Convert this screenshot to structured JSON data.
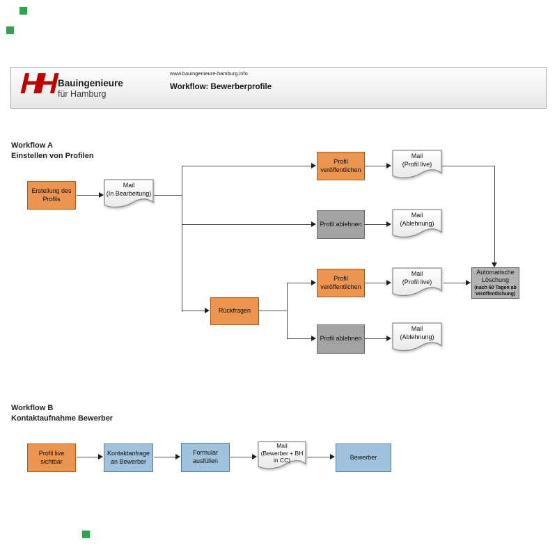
{
  "header": {
    "logo_monogram": "HH",
    "brand_name": "Bauingenieure",
    "brand_subtitle": "für Hamburg",
    "website": "www.bauingenieure-hamburg.info",
    "doc_title": "Workflow: Bewerberprofile"
  },
  "workflow_a": {
    "title": "Workflow A",
    "subtitle": "Einstellen von Profilen",
    "nodes": {
      "erstellung": "Erstellung des\nProfils",
      "mail_in_bearbeitung": "Mail\n(In Bearbeitung)",
      "veroeffentlichen_1": "Profil\nveröffentlichen",
      "mail_profil_live_1": "Mail\n(Profil live)",
      "ablehnen_1": "Profil ablehnen",
      "mail_ablehnung_1": "Mail\n(Ablehnung)",
      "rueckfragen": "Rückfragen",
      "veroeffentlichen_2": "Profil\nveröffentlichen",
      "mail_profil_live_2": "Mail\n(Profil live)",
      "ablehnen_2": "Profil ablehnen",
      "mail_ablehnung_2": "Mail\n(Ablehnung)",
      "loeschung_title": "Automatische\nLöschung",
      "loeschung_note": "(nach 60 Tagen ab\nVeröffentlichung)"
    }
  },
  "workflow_b": {
    "title": "Workflow B",
    "subtitle": "Kontaktaufnahme Bewerber",
    "nodes": {
      "profil_live": "Profil live\nsichtbar",
      "kontaktanfrage": "Kontaktanfrage\nan Bewerber",
      "formular": "Formular\nausfüllen",
      "mail_bewerber": "Mail\n(Bewerber + BH\nin CC)",
      "bewerber": "Bewerber"
    }
  },
  "colors": {
    "brand_red": "#C00000",
    "orange_fill": "#EC9550",
    "orange_border": "#AE5B19",
    "gray_fill": "#A3A3A3",
    "gray_border": "#6B6B6B",
    "dark_gray_fill": "#B3B3B3",
    "dark_gray_border": "#595959",
    "blue_fill": "#A1C2DC",
    "blue_border": "#537FA6",
    "connector": "#4D4D4D",
    "marker_green": "#2DA44E"
  }
}
